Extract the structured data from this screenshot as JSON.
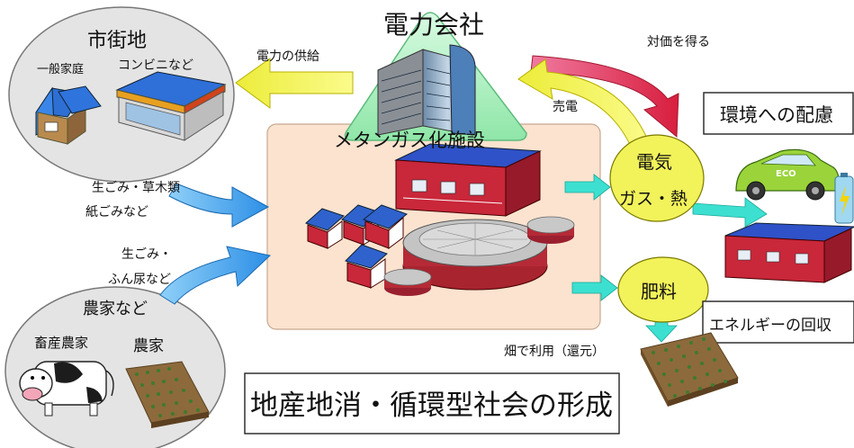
{
  "power_company": {
    "title": "電力会社"
  },
  "city": {
    "title": "市街地",
    "house": "一般家庭",
    "store": "コンビニなど"
  },
  "flows": {
    "power_supply": "電力の供給",
    "get_payment": "対価を得る",
    "sell_power": "売電",
    "garbage_1a": "生ごみ・草木類",
    "garbage_1b": "紙ごみなど",
    "garbage_2a": "生ごみ・",
    "garbage_2b": "ふん尿など",
    "field_use": "畑で利用（還元）"
  },
  "facility": {
    "title": "メタンガス化施設"
  },
  "outputs": {
    "energy_a": "電気",
    "energy_b": "ガス・熱",
    "fertilizer": "肥料"
  },
  "labels": {
    "environment": "環境への配慮",
    "energy_recovery": "エネルギーの回収"
  },
  "farm": {
    "title": "農家など",
    "livestock": "畜産農家",
    "farmer": "農家"
  },
  "car": {
    "plate": "ECO"
  },
  "headline": "地産地消・循環型社会の形成",
  "colors": {
    "circle_gray": "#e4e4e4",
    "facility_bg": "#fbe3cf",
    "power_triangle": "#b8f0c8",
    "output_yellow": "#f2f25a",
    "arrow_yellow": "#f5ef52",
    "arrow_red": "#e8385a",
    "arrow_blue": "#35a4ee",
    "arrow_cyan": "#3de0d0"
  }
}
